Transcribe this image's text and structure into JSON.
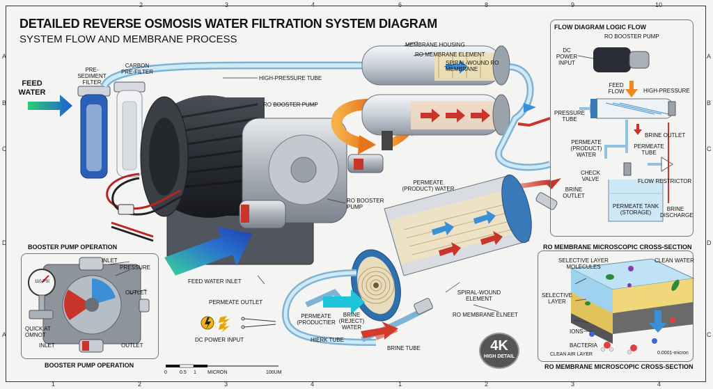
{
  "header": {
    "title": "DETAILED REVERSE OSMOSIS WATER FILTRATION SYSTEM DIAGRAM",
    "subtitle": "SYSTEM FLOW AND MEMBRANE PROCESS"
  },
  "ruler": {
    "top": [
      "2",
      "3",
      "4",
      "6",
      "8",
      "9",
      "10"
    ],
    "bottom": [
      "1",
      "2",
      "3",
      "4",
      "1",
      "2",
      "3",
      "4"
    ],
    "left": [
      "A",
      "B",
      "C",
      "D",
      "A"
    ],
    "right": [
      "A",
      "B",
      "C",
      "D",
      "C"
    ]
  },
  "labels": {
    "feed_water": "FEED WATER",
    "pre_sediment": "PRE-SEDIMENT FILTER",
    "carbon": "CARBON PRE-FILTER",
    "high_pressure_tube": "HIGH-PRESSURE TUBE",
    "membrane_housing": "MEMBRANE HOUSING",
    "ro_membrane_element": "RO MEMBRANE ELEMENT",
    "spiral_wound": "SPIRAL-WOUND RO MEMBRANE",
    "ro_booster_pump_top": "RO BOOSTER PUMP",
    "ro_booster_pump_mid": "RO BOOSTER PUMP",
    "permeate_product": "PERMEATE (PRODUCT) WATER",
    "brine_outlet": "BRINE OUTLET",
    "feed_water_inlet": "FEED WATER INLET",
    "spiral_wound_element": "SPIRAL-WOUND ELEMENT",
    "ro_membrane_elneet": "RO MEMBRANE ELNEET",
    "permeate_outlet": "PERMEATE OUTLET",
    "permeate_productier": "PERMEATE (PRODUCTIER",
    "brine_reject": "BRINE (REJECT) WATER",
    "hierk_tube": "HIERK TUBE",
    "brine_tube": "BRINE TUBE",
    "dc_power_input": "DC POWER INPUT",
    "scale_values": [
      "0",
      "0.5",
      "1",
      "micron",
      "100um"
    ]
  },
  "pump_panel": {
    "title_top": "BOOSTER PUMP OPERATION",
    "title_bottom": "BOOSTER PUMP OPERATION",
    "inlet_top": "INLET",
    "pressure": "PRESSURE",
    "outlet_mid": "OUTLET",
    "quick_omnot": "QUICK AT OMNOT",
    "inlet_bottom": "INLET",
    "outlet_bottom": "OUTLET",
    "gauge": "110 PSI"
  },
  "flow_panel": {
    "title": "FLOW DIAGRAM LOGIC FLOW",
    "ro_booster_pump": "RO BOOSTER PUMP",
    "dc_power": "DC POWER INPUT",
    "feed_flow": "FEED FLOW",
    "high_pressure": "HIGH-PRESSURE",
    "pressure_tube": "PRESSURE TUBE",
    "brine_outlet": "BRINE OUTLET",
    "permeate_water": "PERMEATE (PRODUCT) WATER",
    "permeate_tube": "PERMEATE TUBE",
    "check_valve": "CHECK VALVE",
    "flow_restrictor": "FLOW RESTRICTOR",
    "permeate_tank": "PERMEATE TANK (STORAGE)",
    "brine_discharge": "BRINE DISCHARGE"
  },
  "micro_panel": {
    "title_top": "RO MEMBRANE MICROSCOPIC CROSS-SECTION",
    "title_bottom": "RO MEMBRANE MICROSCOPIC CROSS-SECTION",
    "selective_molecules": "SELECTIVE LAYER MOLECULES",
    "clean_water": "CLEAN WATER",
    "selective_layer": "SELECTIVE LAYER",
    "ions": "IONS",
    "bacteria": "BACTERIA",
    "clean_air_layer": "CLEAN AIR LAYER",
    "scale": "0.0001-micron"
  },
  "badge": {
    "big": "4K",
    "small": "HIGH DETAIL"
  },
  "colors": {
    "brine": "#c8352a",
    "permeate": "#3a8fd6",
    "feed": "#2a6fd0",
    "tube": "#bfe0f2",
    "orange": "#ef8a1a"
  }
}
